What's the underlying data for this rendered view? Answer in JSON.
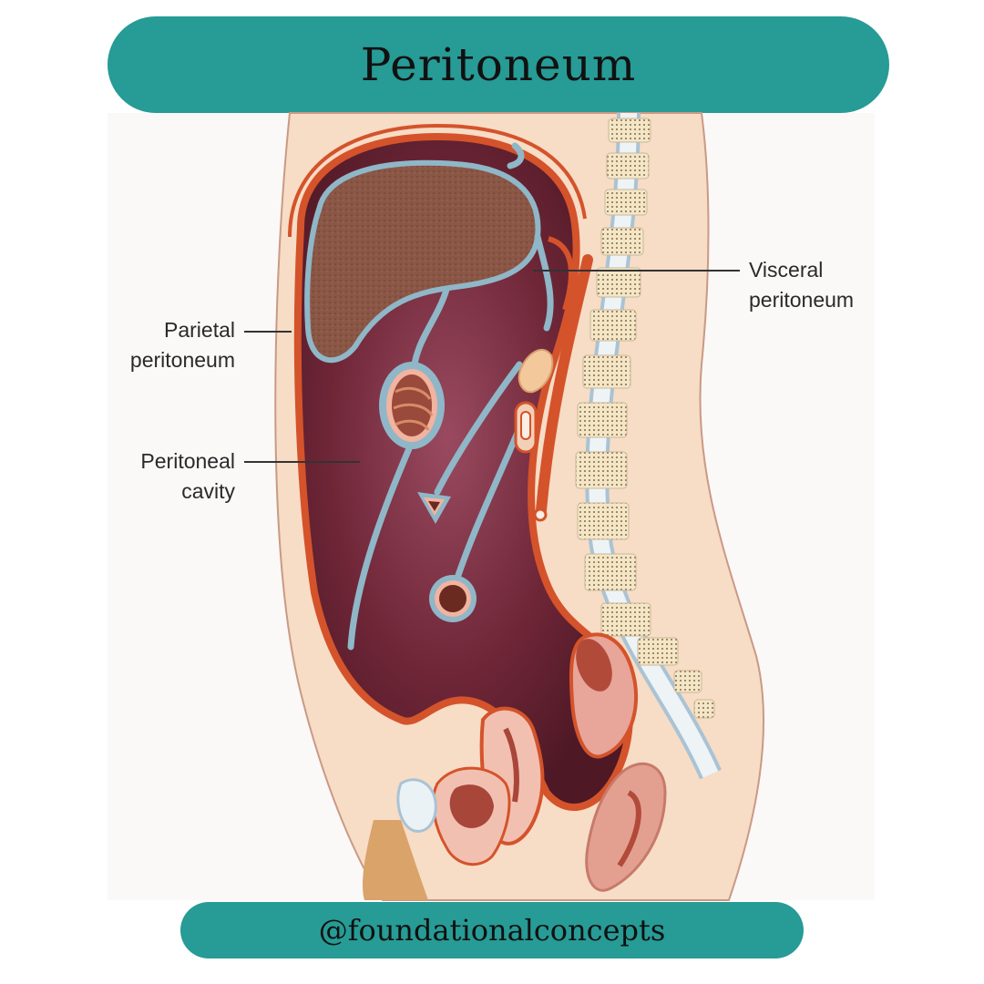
{
  "title": "Peritoneum",
  "footer": "@foundationalconcepts",
  "labels": {
    "visceral": [
      "Visceral",
      "peritoneum"
    ],
    "parietal": [
      "Parietal",
      "peritoneum"
    ],
    "cavity": [
      "Peritoneal",
      "cavity"
    ]
  },
  "colors": {
    "banner": "#279b95",
    "skin": "#f7dcc6",
    "cavity": "#6e2637",
    "parietal_line": "#d4532b",
    "visceral_line": "#8fb7c7",
    "liver": "#8a5646"
  }
}
